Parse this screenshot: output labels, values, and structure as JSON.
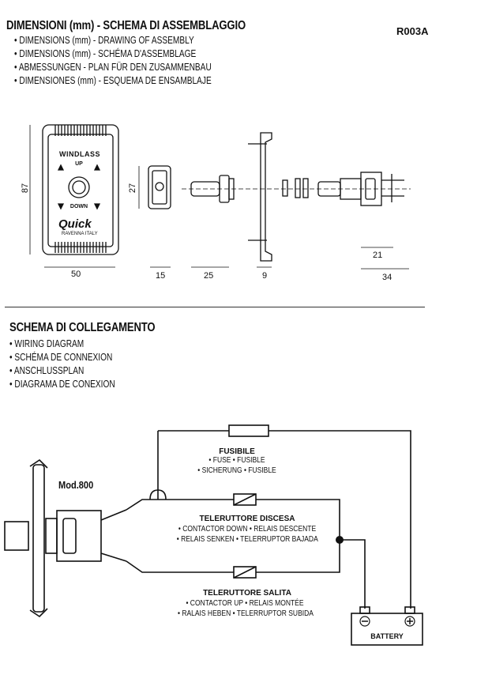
{
  "assembly": {
    "title": "DIMENSIONI (mm) - SCHEMA DI ASSEMBLAGGIO",
    "code": "R003A",
    "translations": [
      "DIMENSIONS (mm) - DRAWING OF ASSEMBLY",
      "DIMENSIONS (mm) - SCHÉMA D'ASSEMBLAGE",
      "ABMESSUNGEN - PLAN FÜR DEN ZUSAMMENBAU",
      "DIMENSIONES (mm) - ESQUEMA DE ENSAMBLAJE"
    ],
    "panel": {
      "label_top": "WINDLASS",
      "label_up": "UP",
      "label_down": "DOWN",
      "brand": "Quick",
      "brand_sub": "RAVENNA ITALY"
    },
    "dimensions": {
      "height": "87",
      "width": "50",
      "boot_height": "27",
      "boot_width": "15",
      "boot_depth": "25",
      "plate_thickness": "9",
      "switch_body": "21",
      "switch_total": "34"
    }
  },
  "wiring": {
    "title": "SCHEMA DI COLLEGAMENTO",
    "translations": [
      "WIRING DIAGRAM",
      "SCHÉMA DE CONNEXION",
      "ANSCHLUSSPLAN",
      "DIAGRAMA DE CONEXION"
    ],
    "model": "Mod.800",
    "fuse": {
      "title": "FUSIBILE",
      "line1": "• FUSE • FUSIBLE",
      "line2": "• SICHERUNG • FUSIBLE"
    },
    "contactor_down": {
      "title": "TELERUTTORE DISCESA",
      "line1": "• CONTACTOR DOWN • RELAIS DESCENTE",
      "line2": "• RELAIS SENKEN • TELERRUPTOR BAJADA"
    },
    "contactor_up": {
      "title": "TELERUTTORE SALITA",
      "line1": "• CONTACTOR UP • RELAIS MONTÉE",
      "line2": "• RALAIS HEBEN • TELERRUPTOR SUBIDA"
    },
    "battery": {
      "label": "BATTERY",
      "minus": "−",
      "plus": "+"
    }
  }
}
